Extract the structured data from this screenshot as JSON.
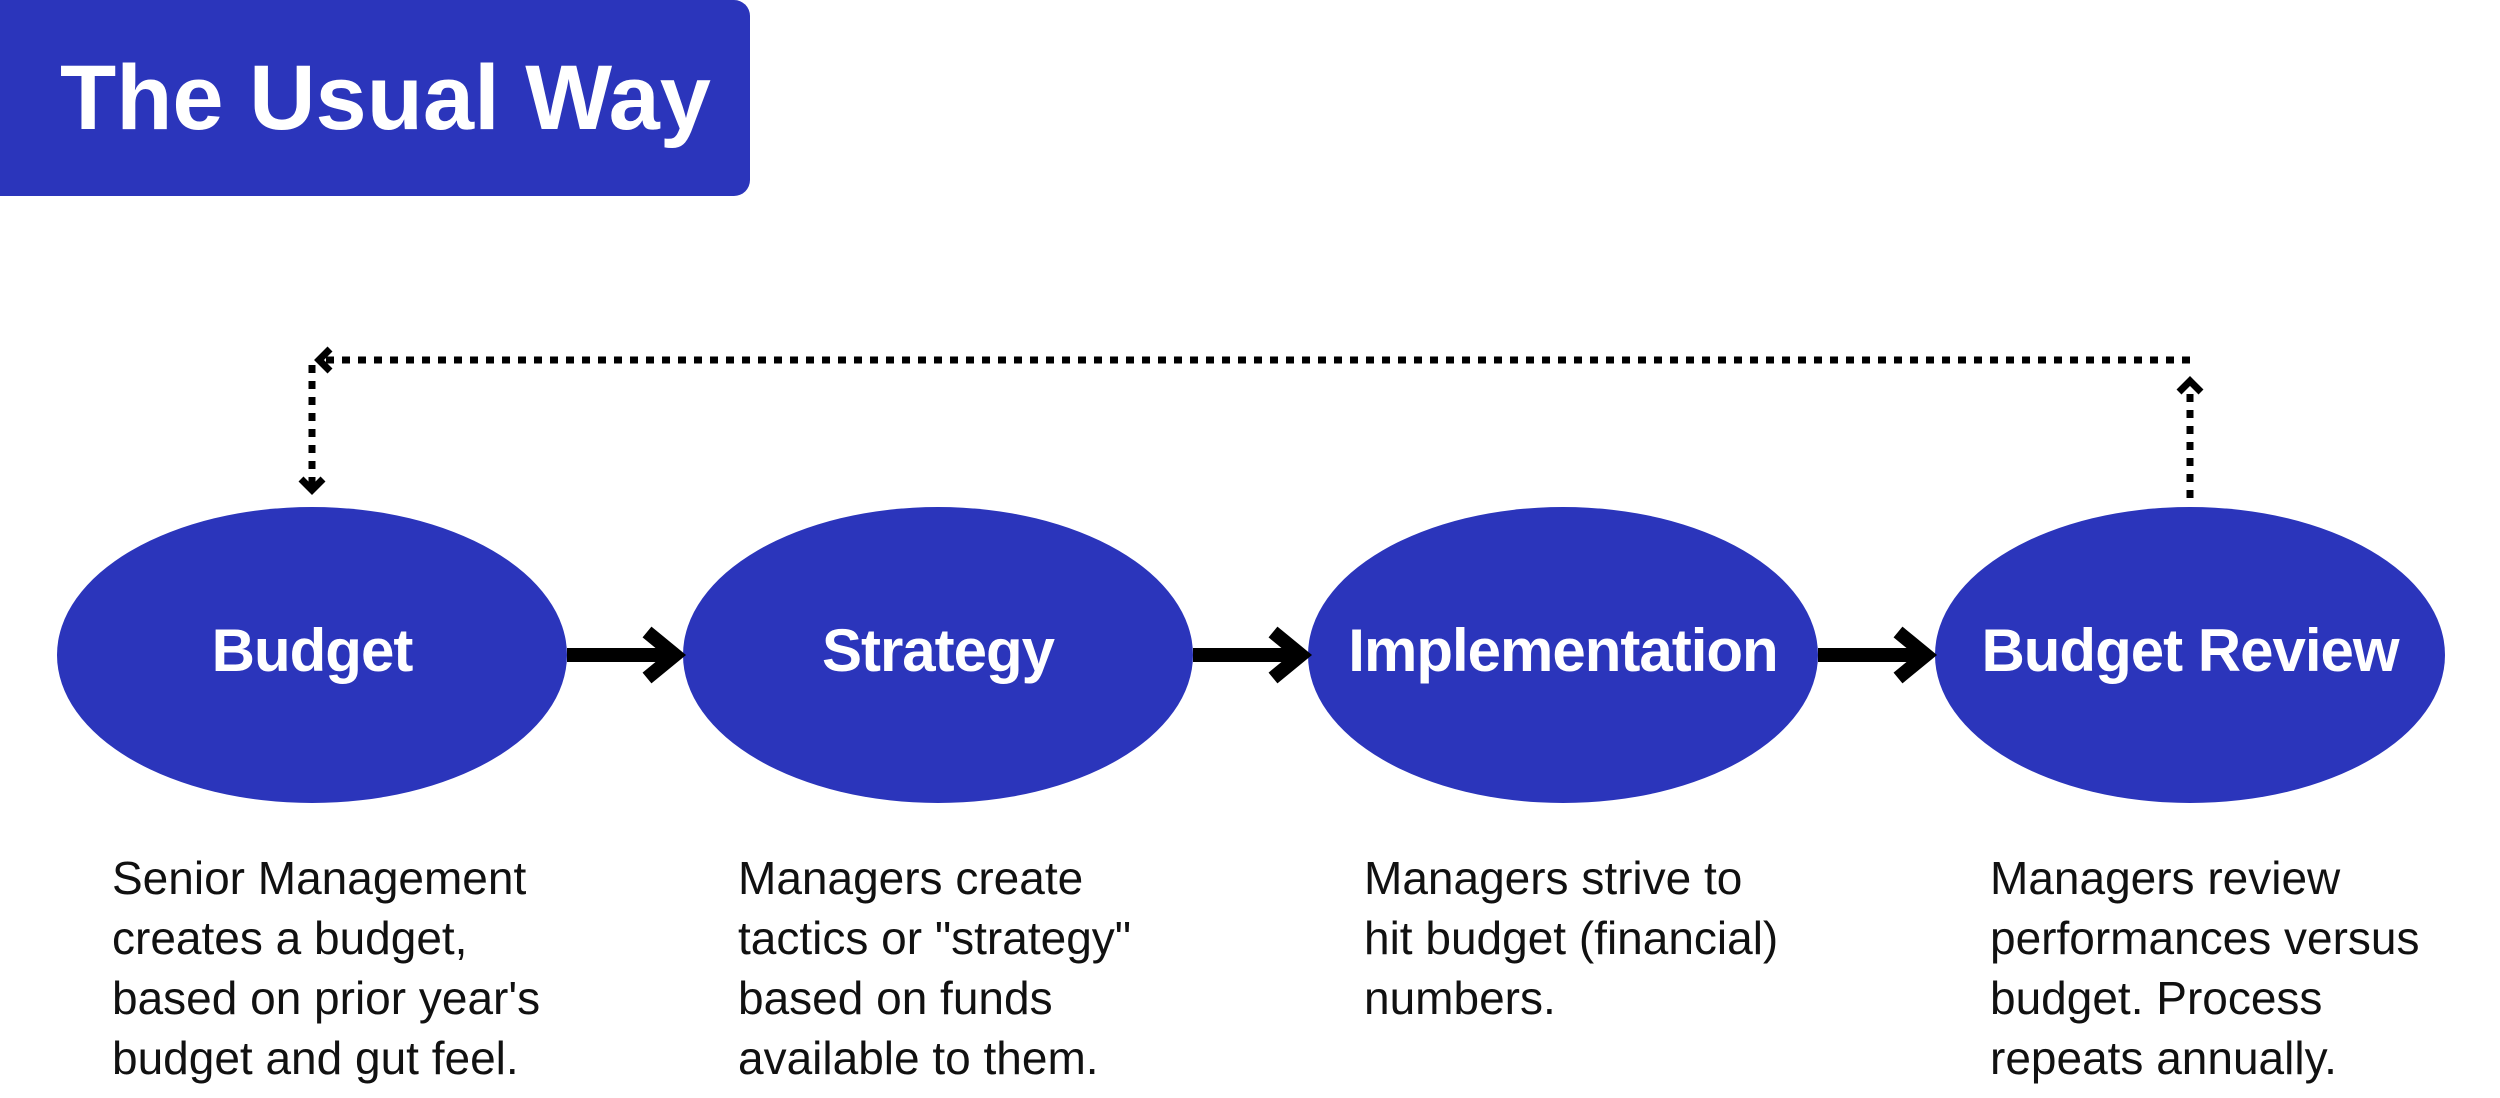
{
  "title": "The Usual Way",
  "colors": {
    "accent": "#2b35bb",
    "text": "#111111",
    "arrow": "#000000"
  },
  "steps": [
    {
      "label": "Budget",
      "description": [
        "Senior Management",
        "creates a budget,",
        "based on prior year's",
        "budget and gut feel."
      ]
    },
    {
      "label": "Strategy",
      "description": [
        "Managers create",
        "tactics or \"strategy\"",
        "based on funds",
        "available to them."
      ]
    },
    {
      "label": "Implementation",
      "description": [
        "Managers strive to",
        "hit budget (financial)",
        "numbers."
      ]
    },
    {
      "label": "Budget Review",
      "description": [
        "Managers review",
        "performances versus",
        "budget. Process",
        "repeats annually."
      ]
    }
  ]
}
